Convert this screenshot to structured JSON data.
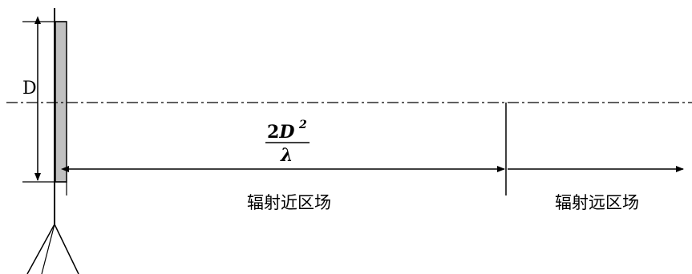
{
  "labels": {
    "dimension": "D",
    "formula_numerator_coeff": "2",
    "formula_numerator_var": "D",
    "formula_exponent": "2",
    "formula_denominator": "λ",
    "near_field": "辐射近区场",
    "far_field": "辐射远区场"
  },
  "colors": {
    "line": "#000000",
    "aperture_fill": "#c0c0c0",
    "background": "#ffffff"
  }
}
